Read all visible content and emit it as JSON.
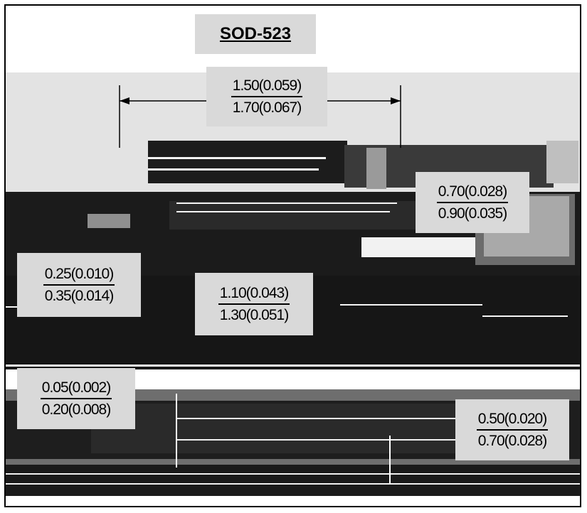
{
  "title": "SOD-523",
  "dimensions": {
    "body_length": {
      "min": "1.50(0.059)",
      "max": "1.70(0.067)"
    },
    "height": {
      "min": "0.70(0.028)",
      "max": "0.90(0.035)"
    },
    "lead_width": {
      "min": "0.25(0.010)",
      "max": "0.35(0.014)"
    },
    "body_width": {
      "min": "1.10(0.043)",
      "max": "1.30(0.051)"
    },
    "lead_thickness": {
      "min": "0.05(0.002)",
      "max": "0.20(0.008)"
    },
    "overall_len": {
      "min": "0.50(0.020)",
      "max": "0.70(0.028)"
    }
  },
  "colors": {
    "drawing_dark": "#1a1a1a",
    "drawing_light": "#e0e0e0",
    "label_bg": "#d9d9d9"
  }
}
